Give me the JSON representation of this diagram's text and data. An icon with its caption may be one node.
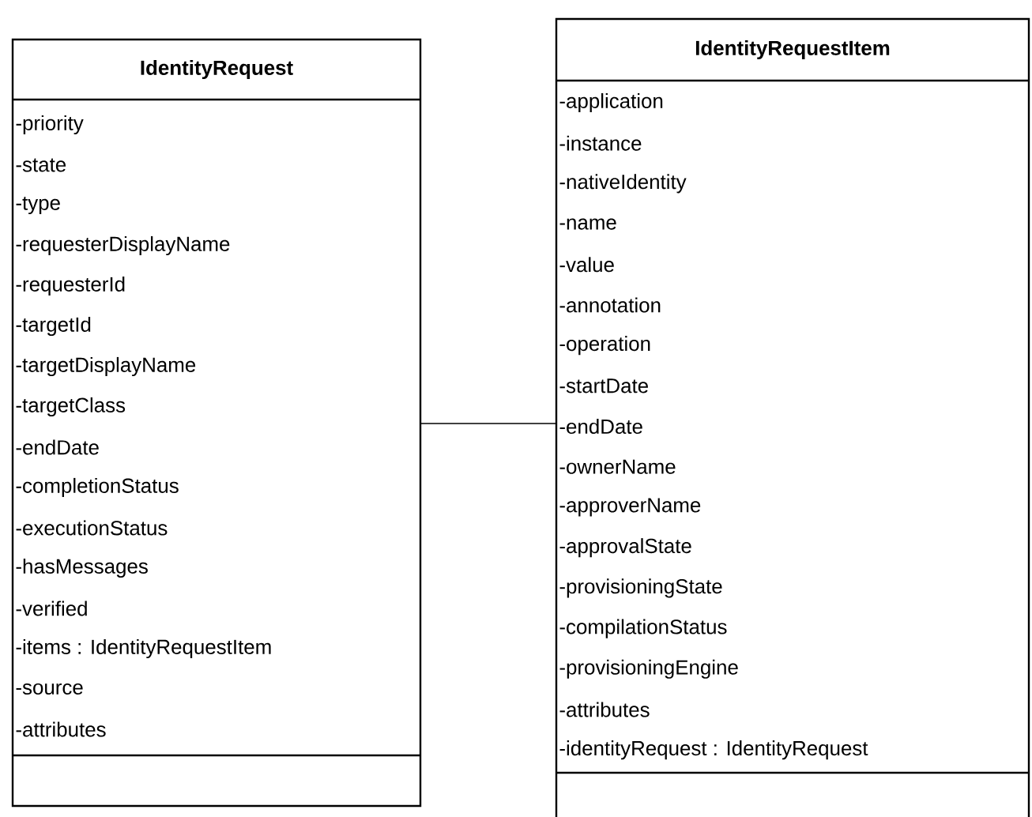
{
  "diagram": {
    "nodes": [
      {
        "text": [
          "IdentityRequest",
          "-priority",
          "-state",
          "-type",
          "-requesterDisplayName",
          "-requesterId",
          "-targetId",
          "-targetDisplayName",
          "-targetClass",
          "-endDate",
          "-completionStatus",
          "-executionStatus",
          "-hasMessages",
          "-verified",
          "-items : IdentityRequestItem",
          "-source",
          "-attributes"
        ]
      },
      {
        "text": [
          "IdentityRequestItem",
          "-application",
          "-instance",
          "-nativeIdentity",
          "-name",
          "-value",
          "-annotation",
          "-operation",
          "-startDate",
          "-endDate",
          "-ownerName",
          "-approverName",
          "-approvalState",
          "-provisioningState",
          "-compilationStatus",
          "-provisioningEngine",
          "-attributes",
          "-identityRequest : IdentityRequest"
        ]
      }
    ],
    "edges": [
      {
        "from": 0,
        "to": 1,
        "arrow": "none"
      }
    ]
  }
}
